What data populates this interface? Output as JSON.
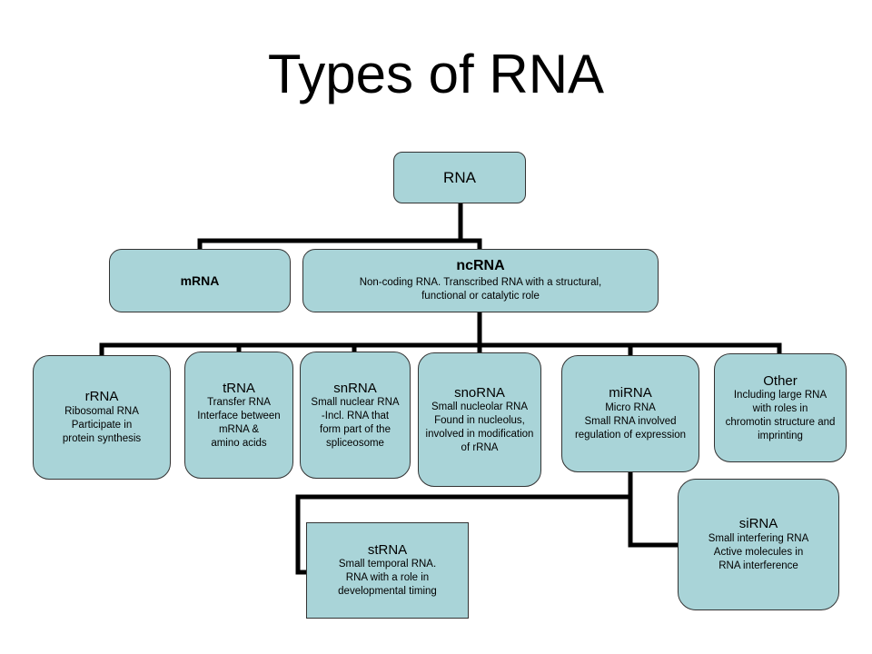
{
  "title": "Types of RNA",
  "nodes": {
    "rna": {
      "title": "RNA",
      "lines": []
    },
    "mrna": {
      "title": "mRNA",
      "lines": []
    },
    "ncrna": {
      "title": "ncRNA",
      "lines": [
        "Non-coding RNA. Transcribed RNA with a structural,",
        "functional or catalytic role"
      ]
    },
    "rrna": {
      "title": "rRNA",
      "lines": [
        "Ribosomal RNA",
        "Participate in",
        "protein synthesis"
      ]
    },
    "trna": {
      "title": "tRNA",
      "lines": [
        "Transfer RNA",
        "Interface between",
        "mRNA &",
        "amino acids"
      ]
    },
    "snrna": {
      "title": "snRNA",
      "lines": [
        "Small nuclear RNA",
        "-Incl. RNA that",
        "form part of the",
        "spliceosome"
      ]
    },
    "snorna": {
      "title": "snoRNA",
      "lines": [
        "Small nucleolar RNA",
        "Found in nucleolus,",
        "involved in modification",
        "of rRNA"
      ]
    },
    "mirna": {
      "title": "miRNA",
      "lines": [
        "Micro RNA",
        "Small RNA involved",
        "regulation of expression"
      ]
    },
    "other": {
      "title": "Other",
      "lines": [
        "Including large RNA",
        "with roles in",
        "chromotin structure and",
        "imprinting"
      ]
    },
    "strna": {
      "title": "stRNA",
      "lines": [
        "Small temporal RNA.",
        "RNA with a role in",
        "developmental timing"
      ]
    },
    "sirna": {
      "title": "siRNA",
      "lines": [
        "Small interfering RNA",
        "Active molecules in",
        "RNA interference"
      ]
    }
  },
  "colors": {
    "node_fill": "#a9d4d8",
    "connector": "#000000"
  }
}
